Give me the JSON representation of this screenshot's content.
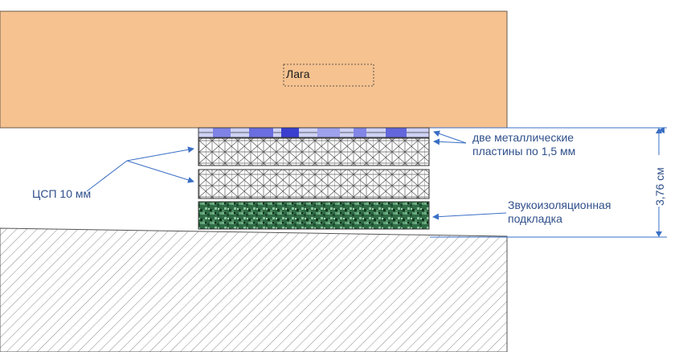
{
  "labels": {
    "beam": "Лага",
    "plates": [
      "две металлические",
      "пластины по 1,5 мм"
    ],
    "csp": "ЦСП 10 мм",
    "underlay": [
      "Звукоизоляционная",
      "подкладка"
    ],
    "dimension": "3,76 см"
  },
  "colors": {
    "beam_fill": "#f5c290",
    "plate_light": "#cfd2f5",
    "plate_dark": "#4b4fd6",
    "csp_stroke": "#555555",
    "underlay_base": "#2f6b45",
    "label_text": "#2f4f8a",
    "leader_line": "#3a6fc4",
    "hatch": "#777777"
  }
}
